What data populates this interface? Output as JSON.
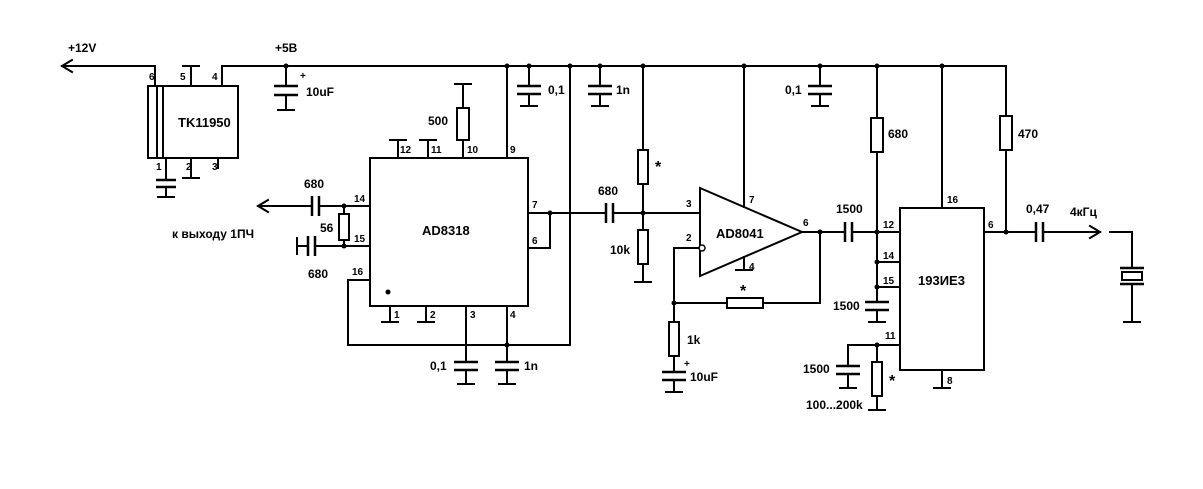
{
  "rails": {
    "v12": "+12V",
    "v5": "+5B"
  },
  "chips": {
    "regulator": {
      "name": "TK11950",
      "pins": [
        "6",
        "5",
        "4",
        "1",
        "2",
        "3"
      ]
    },
    "ad8318": {
      "name": "AD8318",
      "pins": [
        "12",
        "11",
        "10",
        "9",
        "14",
        "15",
        "16",
        "7",
        "6",
        "1",
        "2",
        "3",
        "4"
      ]
    },
    "ad8041": {
      "name": "AD8041",
      "pins": [
        "3",
        "2",
        "7",
        "4",
        "6"
      ]
    },
    "k193": {
      "name": "193ИЕ3",
      "pins": [
        "12",
        "14",
        "15",
        "11",
        "16",
        "6",
        "8"
      ]
    }
  },
  "components": {
    "c_10uf_top": "10uF",
    "c_01_top": "0,1",
    "c_1n_top": "1n",
    "c_01_right": "0,1",
    "r_500": "500",
    "r_680_right": "680",
    "r_470": "470",
    "c_680_in": "680",
    "r_56": "56",
    "c_680_in2": "680",
    "c_680_mid": "680",
    "r_10k": "10k",
    "r_star_top": "*",
    "r_star_fb": "*",
    "r_1k": "1k",
    "c_10uf_bot": "10uF",
    "c_01_bot": "0,1",
    "c_1n_bot": "1n",
    "c_1500_a": "1500",
    "c_1500_b": "1500",
    "c_1500_c": "1500",
    "r_100_200k": "100...200k",
    "r_star_bot": "*",
    "c_047": "0,47"
  },
  "labels": {
    "if_output": "к выходу 1ПЧ",
    "freq": "4кГц"
  }
}
